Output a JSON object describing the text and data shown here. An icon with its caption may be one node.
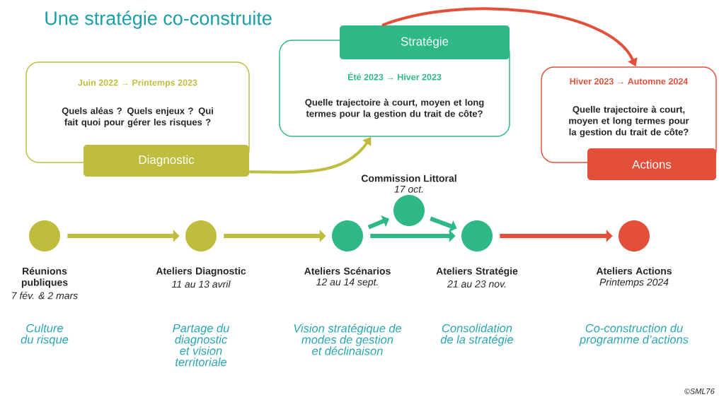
{
  "diagram": {
    "title": "Une stratégie co-construite",
    "nodes": [
      {
        "text": [
          "Juin 2022 → Printemps 2023",
          "Quels aléas ? Quels enjeux ? Qui fait quoi pour gérer les risques ?"
        ]
      },
      {
        "text": [
          "Diagnostic"
        ]
      },
      {
        "text": [
          "Été 2023 → Hiver 2023",
          "Quelle trajectoire à court, moyen et long termes pour la gestion du trait de côte?"
        ]
      },
      {
        "text": [
          "Stratégie"
        ]
      },
      {
        "text": [
          "Hiver 2023 → Automne 2024",
          "Quelle trajectoire à court, moyen et long termes pour la gestion du trait de côte?"
        ]
      },
      {
        "text": [
          "Actions"
        ]
      },
      {
        "text": [],
        "shape": "circle",
        "beside": [
          "Réunions publiques",
          "7 fév. & 2 mars",
          "Culture du risque"
        ]
      },
      {
        "text": [],
        "shape": "circle",
        "beside": [
          "Ateliers Diagnostic",
          "11 au 13 avril",
          "Partage du diagnostic et vision territoriale"
        ]
      },
      {
        "text": [],
        "shape": "circle",
        "beside": [
          "Ateliers Scénarios",
          "12 au 14 sept.",
          "Vision stratégique de modes de gestion et déclinaison"
        ]
      },
      {
        "text": [],
        "shape": "circle",
        "beside": [
          "Commission Littoral",
          "17 oct."
        ]
      },
      {
        "text": [],
        "shape": "circle",
        "beside": [
          "Ateliers Stratégie",
          "21 au 23 nov.",
          "Consolidation de la stratégie"
        ]
      },
      {
        "text": [],
        "shape": "circle",
        "beside": [
          "Ateliers Actions",
          "Printemps 2024",
          "Co-construction du programme d’actions"
        ]
      }
    ],
    "edges": [
      {
        "from": 1,
        "to": 2,
        "arrow": "to",
        "color": "#bfbd3e"
      },
      {
        "from": 3,
        "to": 4,
        "arrow": "to",
        "color": "#e2503a"
      },
      {
        "from": 6,
        "to": 7,
        "arrow": "to",
        "color": "#bfbd3e"
      },
      {
        "from": 7,
        "to": 8,
        "arrow": "to",
        "color": "#bfbd3e"
      },
      {
        "from": 8,
        "to": 9,
        "arrow": "to",
        "color": "#2db886"
      },
      {
        "from": 9,
        "to": 10,
        "arrow": "to",
        "color": "#2db886"
      },
      {
        "from": 8,
        "to": 10,
        "arrow": "to",
        "color": "#2db886"
      },
      {
        "from": 10,
        "to": 11,
        "arrow": "to",
        "color": "#e2503a"
      }
    ],
    "labels": [
      "©SML76"
    ]
  }
}
